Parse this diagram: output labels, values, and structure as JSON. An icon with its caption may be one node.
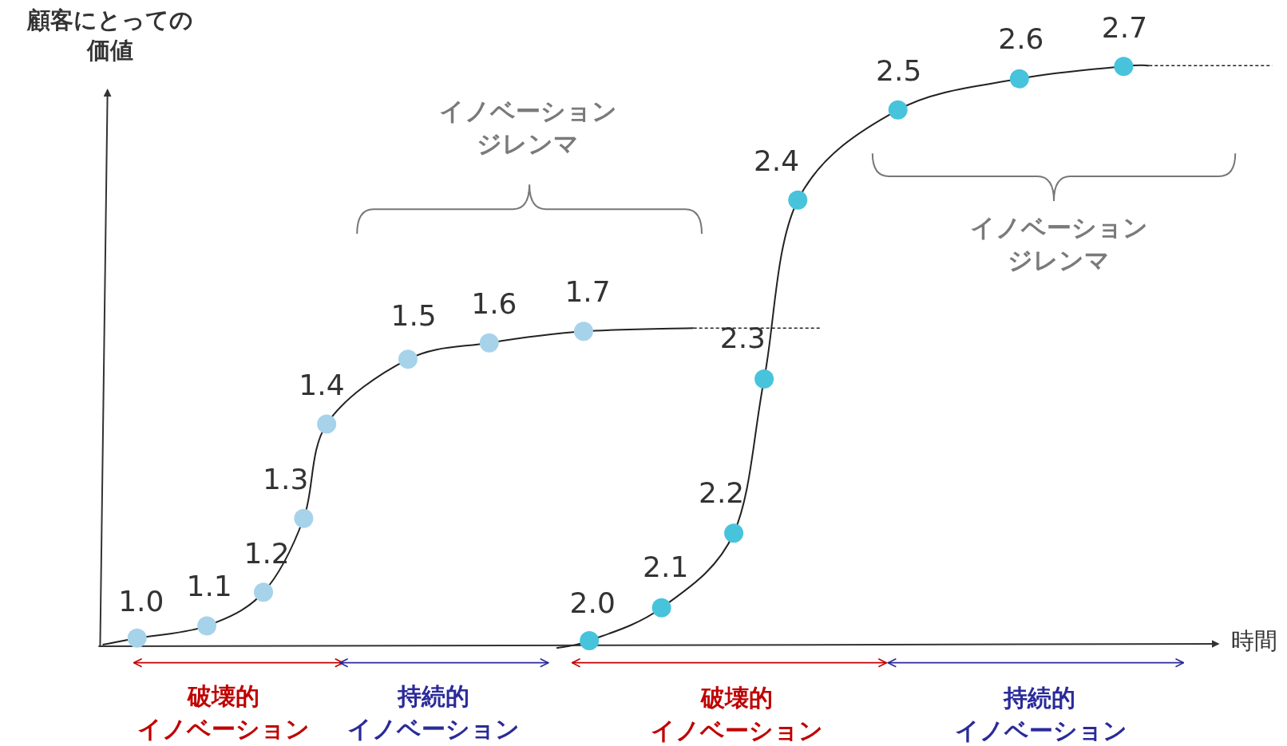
{
  "diagram": {
    "labels": [
      "顧客にとっての価値",
      "2.7",
      "2.6",
      "2.5",
      "イノベーションジレンマ",
      "2.4",
      "イノベーションジレンマ",
      "1.7",
      "1.6",
      "1.5",
      "2.3",
      "1.4",
      "1.3",
      "2.2",
      "1.2",
      "2.1",
      "1.1",
      "1.0",
      "2.0",
      "時間",
      "破壊的",
      "持続的",
      "破壊的",
      "持続的",
      "イノベーション",
      "イノベーション",
      "イノベーション",
      "イノベーション"
    ]
  }
}
